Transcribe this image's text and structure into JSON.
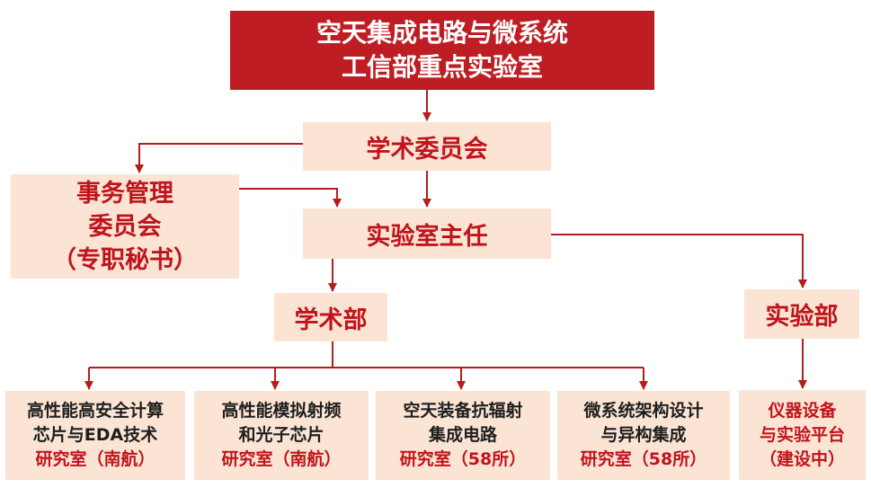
{
  "nodes": {
    "lab": {
      "lines": [
        "空天集成电路与微系统",
        "工信部重点实验室"
      ]
    },
    "academic_committee": {
      "lines": [
        "学术委员会"
      ]
    },
    "affairs_committee": {
      "lines": [
        "事务管理",
        "委员会",
        "（专职秘书）"
      ]
    },
    "director": {
      "lines": [
        "实验室主任"
      ]
    },
    "academic_dept": {
      "lines": [
        "学术部"
      ]
    },
    "experiment_dept": {
      "lines": [
        "实验部"
      ]
    },
    "lab_office_1": {
      "lines": [
        "高性能高安全计算",
        "芯片与EDA技术",
        "研究室（南航）"
      ]
    },
    "lab_office_2": {
      "lines": [
        "高性能模拟射频",
        "和光子芯片",
        "研究室（南航）"
      ]
    },
    "lab_office_3": {
      "lines": [
        "空天装备抗辐射",
        "集成电路",
        "研究室（58所）"
      ]
    },
    "lab_office_4": {
      "lines": [
        "微系统架构设计",
        "与异构集成",
        "研究室（58所）"
      ]
    },
    "platform": {
      "lines": [
        "仪器设备",
        "与实验平台",
        "（建设中）"
      ]
    }
  },
  "colors": {
    "primary_red": "#be1e23",
    "box_fill": "#fbe4d4",
    "arrow": "#b71c1c",
    "dark_text": "#1e1e1e"
  }
}
